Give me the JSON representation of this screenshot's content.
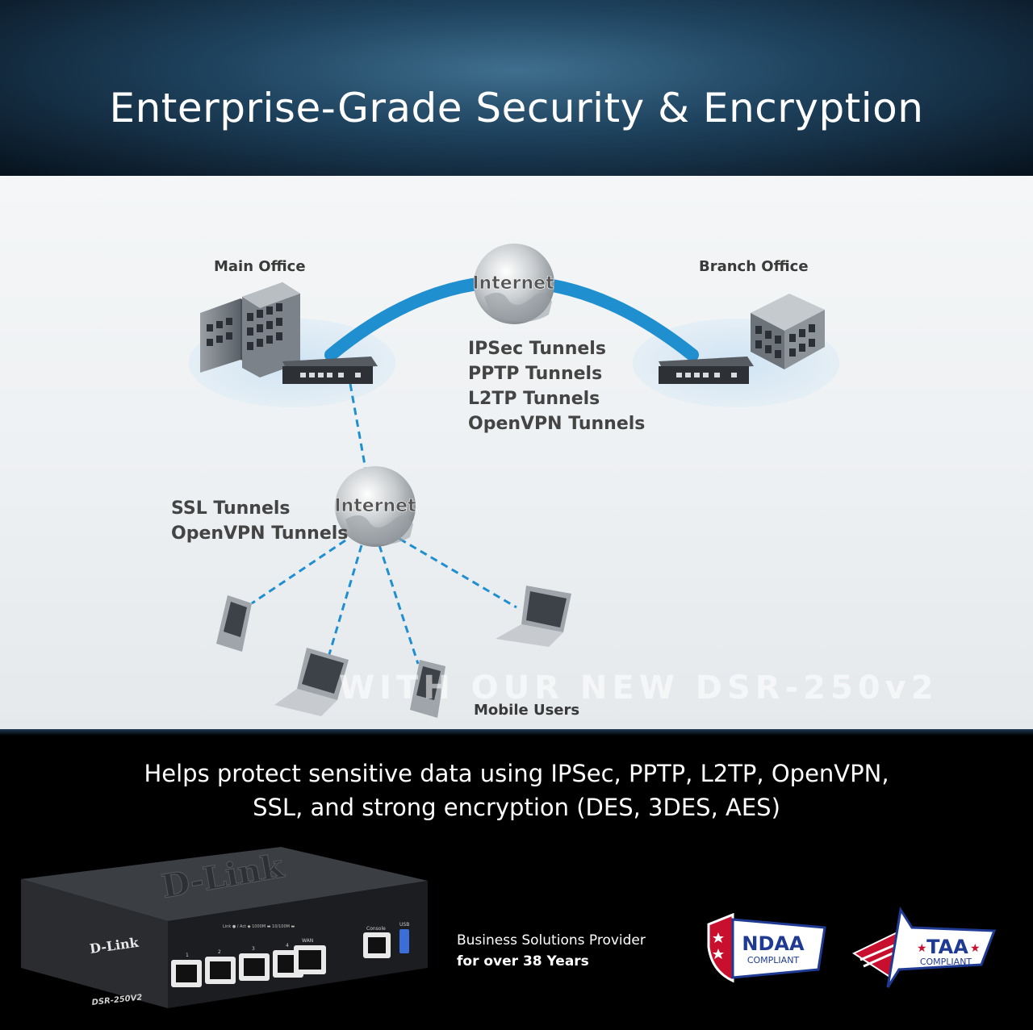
{
  "header": {
    "title": "Enterprise-Grade Security & Encryption"
  },
  "diagram": {
    "main_office": "Main Office",
    "branch_office": "Branch Office",
    "internet_top": "Internet",
    "internet_bottom": "Internet",
    "site_tunnels": [
      "IPSec Tunnels",
      "PPTP Tunnels",
      "L2TP Tunnels",
      "OpenVPN Tunnels"
    ],
    "remote_tunnels": [
      "SSL Tunnels",
      "OpenVPN Tunnels"
    ],
    "mobile_users": "Mobile Users",
    "watermark": "WITH OUR NEW DSR-250v2"
  },
  "description": {
    "line1": "Helps protect sensitive data using IPSec, PPTP, L2TP, OpenVPN,",
    "line2": "SSL, and strong encryption (DES, 3DES, AES)"
  },
  "provider": {
    "line1": "Business Solutions Provider",
    "line2": "for over 38 Years"
  },
  "badges": {
    "ndaa": {
      "title": "NDAA",
      "subtitle": "COMPLIANT"
    },
    "taa": {
      "title": "TAA",
      "subtitle": "COMPLIANT"
    }
  },
  "device": {
    "brand": "D-Link",
    "model": "DSR-250V2",
    "port_labels": [
      "1",
      "2",
      "3",
      "4"
    ],
    "wan_label": "WAN",
    "console_label": "Console",
    "usb_label": "USB",
    "led_legend": "Link ● / Act ◆   1000M ▬ 10/100M ▬"
  },
  "colors": {
    "accent": "#1f8fd0",
    "badge_red": "#c8102e",
    "badge_blue": "#1f3a93"
  }
}
